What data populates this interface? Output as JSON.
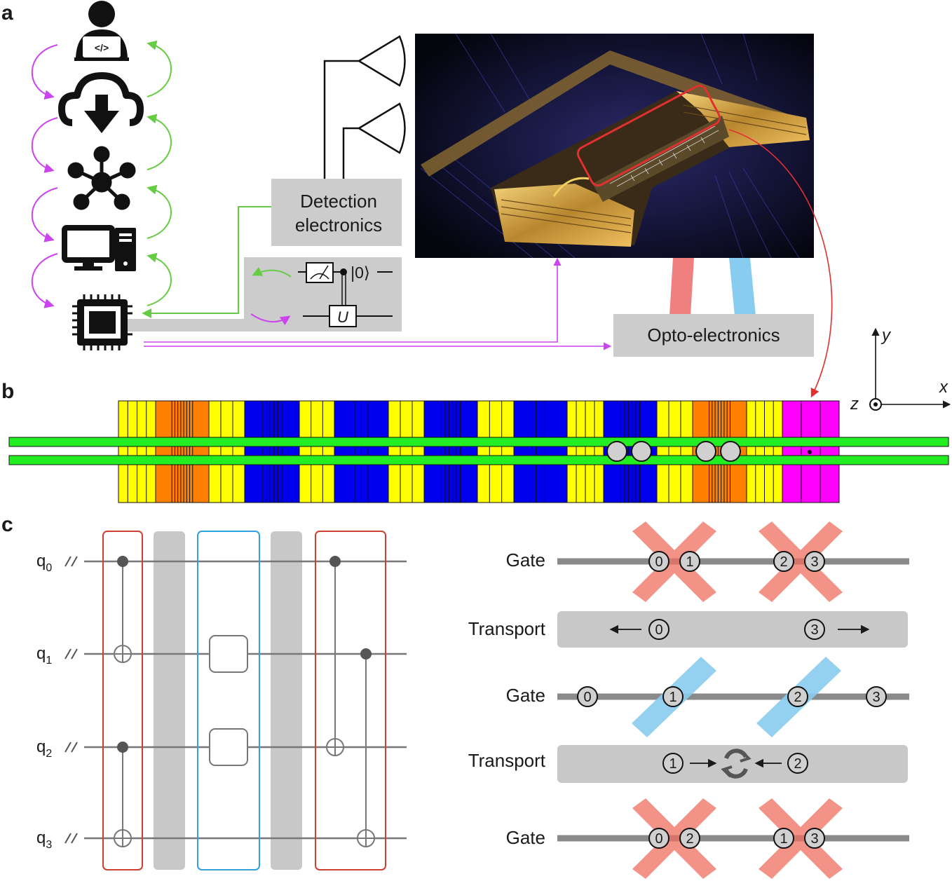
{
  "panels": {
    "a": "a",
    "b": "b",
    "c": "c"
  },
  "panel_a": {
    "detection_label_1": "Detection",
    "detection_label_2": "electronics",
    "opto_label": "Opto-electronics",
    "ket_zero": "|0⟩",
    "unitary": "U",
    "code_symbol": "</>",
    "icons": [
      "user-coder-icon",
      "cloud-download-icon",
      "network-hub-icon",
      "desktop-computer-icon",
      "processor-chip-icon",
      "photodetector-icon",
      "measurement-meter-icon"
    ],
    "colors": {
      "feedback": "#66cc44",
      "control": "#cc44ee",
      "signal": "#e03030",
      "beam_red": "#f08080",
      "beam_blue": "#88ccf0"
    }
  },
  "axes": {
    "x": "x",
    "y": "y",
    "z": "z"
  },
  "panel_b": {
    "colors": {
      "yellow": "#ffff00",
      "orange": "#ff8000",
      "blue": "#0000ee",
      "magenta": "#ff00ff",
      "rail": "#22ee22",
      "ion": "#d0d0d0"
    }
  },
  "panel_c": {
    "qubits": [
      {
        "base": "q",
        "sub": "0"
      },
      {
        "base": "q",
        "sub": "1"
      },
      {
        "base": "q",
        "sub": "2"
      },
      {
        "base": "q",
        "sub": "3"
      }
    ],
    "rows": [
      {
        "label": "Gate",
        "type": "gate-red",
        "ions": [
          "0",
          "1",
          "2",
          "3"
        ]
      },
      {
        "label": "Transport",
        "type": "transport",
        "ions": [
          "0",
          "3"
        ]
      },
      {
        "label": "Gate",
        "type": "gate-blue",
        "ions": [
          "0",
          "1",
          "2",
          "3"
        ]
      },
      {
        "label": "Transport",
        "type": "transport-swap",
        "ions": [
          "1",
          "2"
        ]
      },
      {
        "label": "Gate",
        "type": "gate-red",
        "ions": [
          "0",
          "2",
          "1",
          "3"
        ]
      }
    ],
    "colors": {
      "red_box": "#d04030",
      "blue_box": "#30a0e0",
      "wire": "#777777"
    }
  }
}
